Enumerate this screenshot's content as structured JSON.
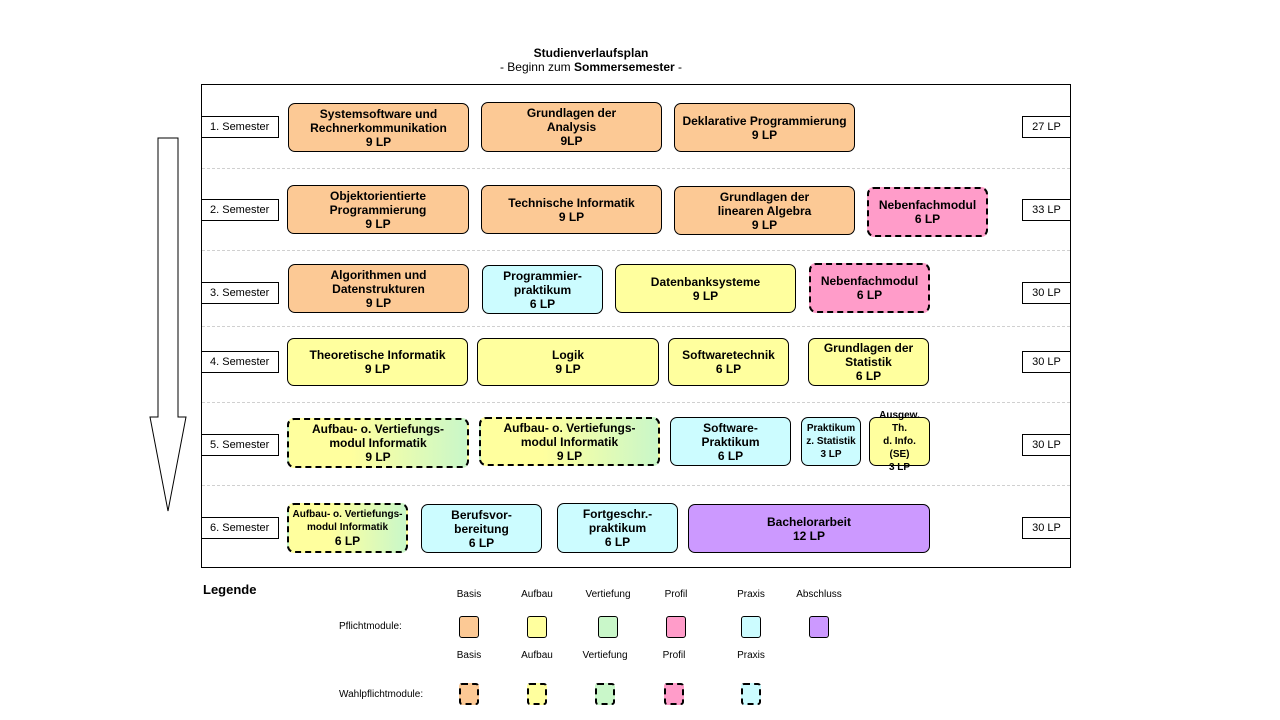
{
  "title": {
    "main": "Studienverlaufsplan",
    "sub_prefix": "- Beginn zum ",
    "sub_bold": "Sommersemester",
    "sub_suffix": " -"
  },
  "semesters": [
    {
      "label": "1. Semester",
      "lp": "27 LP"
    },
    {
      "label": "2. Semester",
      "lp": "33 LP"
    },
    {
      "label": "3. Semester",
      "lp": "30 LP"
    },
    {
      "label": "4. Semester",
      "lp": "30 LP"
    },
    {
      "label": "5. Semester",
      "lp": "30 LP"
    },
    {
      "label": "6. Semester",
      "lp": "30 LP"
    }
  ],
  "modules": [
    {
      "semester": 1,
      "lines": [
        "Systemsoftware und",
        "Rechnerkommunikation",
        "9 LP"
      ],
      "category": "basis",
      "elective": false
    },
    {
      "semester": 1,
      "lines": [
        "Grundlagen  der",
        "Analysis",
        "9LP"
      ],
      "category": "basis",
      "elective": false
    },
    {
      "semester": 1,
      "lines": [
        "Deklarative Programmierung",
        "9 LP"
      ],
      "category": "basis",
      "elective": false
    },
    {
      "semester": 2,
      "lines": [
        "Objektorientierte",
        "Programmierung",
        "9 LP"
      ],
      "category": "basis",
      "elective": false
    },
    {
      "semester": 2,
      "lines": [
        "Technische Informatik",
        "9 LP"
      ],
      "category": "basis",
      "elective": false
    },
    {
      "semester": 2,
      "lines": [
        "Grundlagen  der",
        "linearen Algebra",
        "9 LP"
      ],
      "category": "basis",
      "elective": false
    },
    {
      "semester": 2,
      "lines": [
        "Nebenfachmodul",
        "6 LP"
      ],
      "category": "profil",
      "elective": true
    },
    {
      "semester": 3,
      "lines": [
        "Algorithmen  und",
        "Datenstrukturen",
        "9 LP"
      ],
      "category": "basis",
      "elective": false
    },
    {
      "semester": 3,
      "lines": [
        "Programmier-",
        "praktikum",
        "6 LP"
      ],
      "category": "praxis",
      "elective": false
    },
    {
      "semester": 3,
      "lines": [
        "Datenbanksysteme",
        "9 LP"
      ],
      "category": "aufbau",
      "elective": false
    },
    {
      "semester": 3,
      "lines": [
        "Nebenfachmodul",
        "6 LP"
      ],
      "category": "profil",
      "elective": true
    },
    {
      "semester": 4,
      "lines": [
        "Theoretische Informatik",
        "9 LP"
      ],
      "category": "aufbau",
      "elective": false
    },
    {
      "semester": 4,
      "lines": [
        "Logik",
        "9 LP"
      ],
      "category": "aufbau",
      "elective": false
    },
    {
      "semester": 4,
      "lines": [
        "Softwaretechnik",
        "6 LP"
      ],
      "category": "aufbau",
      "elective": false
    },
    {
      "semester": 4,
      "lines": [
        "Grundlagen  der",
        "Statistik",
        "6 LP"
      ],
      "category": "aufbau",
      "elective": false
    },
    {
      "semester": 5,
      "lines": [
        "Aufbau-  o. Vertiefungs-",
        "modul Informatik",
        "9 LP"
      ],
      "category": "aufbau-vertiefung",
      "elective": true
    },
    {
      "semester": 5,
      "lines": [
        "Aufbau-  o. Vertiefungs-",
        "modul Informatik",
        "9 LP"
      ],
      "category": "aufbau-vertiefung",
      "elective": true
    },
    {
      "semester": 5,
      "lines": [
        "Software-",
        "Praktikum",
        "6 LP"
      ],
      "category": "praxis",
      "elective": false
    },
    {
      "semester": 5,
      "lines": [
        "Praktikum",
        "z. Statistik",
        "3 LP"
      ],
      "category": "praxis",
      "elective": false
    },
    {
      "semester": 5,
      "lines": [
        "Ausgew. Th.",
        "d. Info. (SE)",
        "3 LP"
      ],
      "category": "aufbau",
      "elective": false
    },
    {
      "semester": 6,
      "lines": [
        "Aufbau-  o. Vertiefungs-",
        "modul Informatik",
        "6 LP"
      ],
      "category": "aufbau-vertiefung",
      "elective": true
    },
    {
      "semester": 6,
      "lines": [
        "Berufsvor-",
        "bereitung",
        "6 LP"
      ],
      "category": "praxis",
      "elective": false
    },
    {
      "semester": 6,
      "lines": [
        "Fortgeschr.-",
        "praktikum",
        "6 LP"
      ],
      "category": "praxis",
      "elective": false
    },
    {
      "semester": 6,
      "lines": [
        "Bachelorarbeit",
        "12 LP"
      ],
      "category": "abschluss",
      "elective": false
    }
  ],
  "legend": {
    "title": "Legende",
    "pflicht_label": "Pflichtmodule:",
    "wahl_label": "Wahlpflichtmodule:",
    "pflicht": [
      {
        "name": "Basis",
        "category": "basis"
      },
      {
        "name": "Aufbau",
        "category": "aufbau"
      },
      {
        "name": "Vertiefung",
        "category": "vertiefung"
      },
      {
        "name": "Profil",
        "category": "profil"
      },
      {
        "name": "Praxis",
        "category": "praxis"
      },
      {
        "name": "Abschluss",
        "category": "abschluss"
      }
    ],
    "wahl": [
      {
        "name": "Basis",
        "category": "basis"
      },
      {
        "name": "Aufbau",
        "category": "aufbau"
      },
      {
        "name": "Vertiefung",
        "category": "vertiefung"
      },
      {
        "name": "Profil",
        "category": "profil"
      },
      {
        "name": "Praxis",
        "category": "praxis"
      }
    ]
  },
  "colors": {
    "basis": "#fcc995",
    "aufbau": "#ffff9e",
    "vertiefung": "#c9f7c9",
    "profil": "#ff9cc9",
    "praxis": "#ccfcff",
    "abschluss": "#cc99ff"
  }
}
